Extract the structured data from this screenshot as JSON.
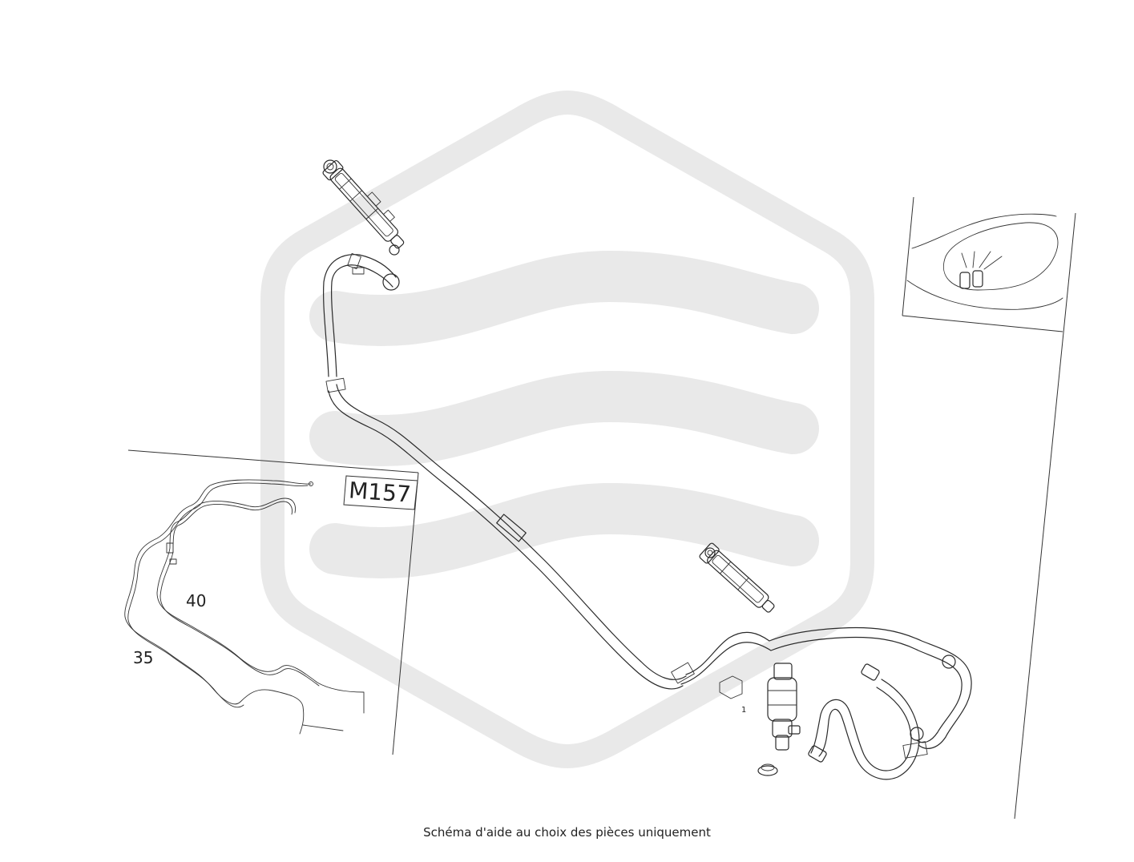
{
  "labels": {
    "model_code": "M157",
    "callout_35": "35",
    "callout_40": "40",
    "callout_1": "1"
  },
  "caption": "Schéma d'aide au choix des pièces uniquement"
}
